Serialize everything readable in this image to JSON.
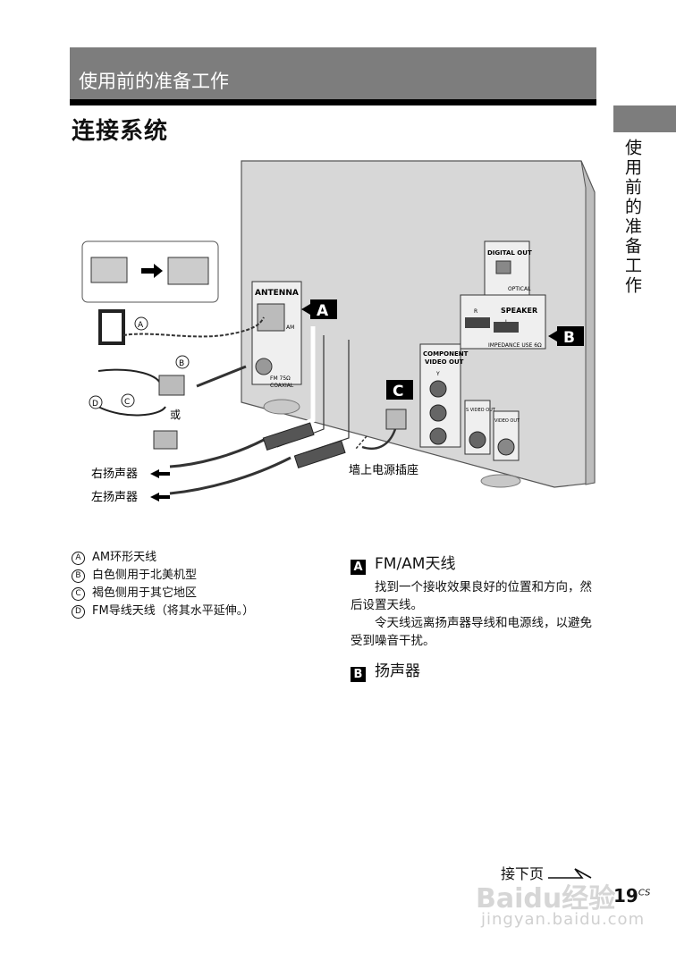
{
  "header": {
    "section_title": "使用前的准备工作"
  },
  "page_title": "连接系统",
  "side_tab": {
    "label": "使用前的准备工作"
  },
  "diagram": {
    "labels": {
      "antenna": "ANTENNA",
      "am": "AM",
      "fm": "FM 75Ω",
      "coaxial": "COAXIAL",
      "digital_out": "DIGITAL OUT",
      "optical": "OPTICAL",
      "speaker": "SPEAKER",
      "r": "R",
      "l": "L",
      "impedance": "IMPEDANCE USE 6Ω",
      "component_video_out": "COMPONENT",
      "component_video_out2": "VIDEO OUT",
      "s_video_out": "S VIDEO OUT",
      "video_out": "VIDEO OUT",
      "y": "Y",
      "or": "或",
      "right_speaker": "右扬声器",
      "left_speaker": "左扬声器",
      "wall_outlet": "墙上电源插座"
    },
    "callouts": {
      "a": "A",
      "b": "B",
      "c": "C",
      "circle_a": "A",
      "circle_b": "B",
      "circle_c": "C",
      "circle_d": "D"
    }
  },
  "legend": [
    {
      "mark": "A",
      "text": "AM环形天线"
    },
    {
      "mark": "B",
      "text": "白色侧用于北美机型"
    },
    {
      "mark": "C",
      "text": "褐色侧用于其它地区"
    },
    {
      "mark": "D",
      "text": "FM导线天线（将其水平延伸。）"
    }
  ],
  "section_a": {
    "mark": "A",
    "heading": "FM/AM天线",
    "paragraphs": [
      "找到一个接收效果良好的位置和方向，然后设置天线。",
      "令天线远离扬声器导线和电源线，以避免受到噪音干扰。"
    ]
  },
  "section_b": {
    "mark": "B",
    "heading": "扬声器"
  },
  "footer": {
    "next_page": "接下页",
    "page_number": "19",
    "page_suffix": "CS",
    "watermark": "Baidu经验",
    "watermark_url": "jingyan.baidu.com"
  }
}
